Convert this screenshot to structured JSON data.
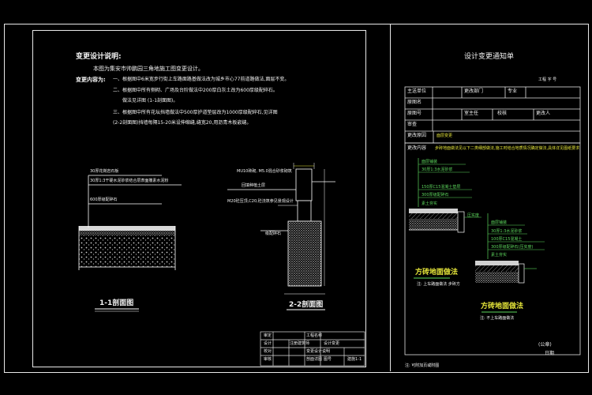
{
  "left_sheet": {
    "notes": {
      "heading": "变更设计说明:",
      "intro": "本图为集安市帅鹏园三角地施工图变更设计。",
      "content_label": "变更内容为:",
      "item1a": "一、根据图中6米宽步行街上车路面路基做法改为城乡市心77前道路做法,面层不变。",
      "item2a": "二、根据图中所有侧砌、广场及台阶做法中200厚白灰土改为600厚级配碎石。",
      "item2b": "做法见详图 (1-1剖面图)。",
      "item3a": "三、根据图中所有花坛挡墙做法中500厚护道垫层改为1000厚级配碎石,见详图",
      "item3b": "(2-2剖面图)挡墙每隔15-20米设伸缩缝,缝宽20,用沥青木板嵌缝。"
    },
    "section1": {
      "title": "1-1剖面图",
      "layers": [
        "30厚花岗岩石板",
        "30厚1:3干硬水泥砂浆结合层表面撒素水泥粉",
        "600厚级配碎石"
      ]
    },
    "section2": {
      "title": "2-2剖面图",
      "labels": [
        "MU10砖砌, M5.0混合砂浆砌筑",
        "回填种植土层",
        "M20砼压顶,C20,砼浇筑参见景观设计",
        "级配碎石"
      ]
    },
    "title_block": {
      "project": "工程名称",
      "design_change": "设计变更",
      "drawing_name": "变更设计说明",
      "section_name": "剖面详图",
      "sheet_label": "图号",
      "sheet_no": "建施1-1",
      "role_designer": "设计",
      "role_check": "校对",
      "role_review": "审核",
      "role_approve": "审定",
      "seal": "注册建筑师"
    }
  },
  "right_sheet": {
    "title": "设计变更通知单",
    "number_label": "工程 字 号",
    "form": {
      "main_unit": "主送单位",
      "change_dept": "更改部门",
      "specialty": "专业",
      "original_name": "原图名",
      "original_no": "原图号",
      "review": "审查",
      "chief": "室主任",
      "proofread": "校核",
      "change_person": "更改人",
      "reason_label": "更改原因",
      "reason_value": "面层变更",
      "content_label": "更改内容",
      "content_value": "步砖地面做法见以下二类细部做法,施工时结合地质情况确定做法,具体详见图纸要求"
    },
    "detail1": {
      "title": "方砖地面做法",
      "subtitle": "注: 上车路面做法 步砖方",
      "labels": [
        "面层铺装",
        "30厚1:3水泥砂浆",
        "150厚C15混凝土垫层",
        "300厚级配碎石",
        "素土夯实",
        "压实度"
      ]
    },
    "detail2": {
      "title": "方砖地面做法",
      "subtitle": "注: 不上车路面做法",
      "labels": [
        "面层铺装",
        "30厚1:3水泥砂浆",
        "100厚C15混凝土",
        "300厚级配碎石(压实度)",
        "素土夯实"
      ]
    },
    "stamp": "(公章)",
    "date": "日期",
    "footnote": "注: 可附加页或附图"
  }
}
